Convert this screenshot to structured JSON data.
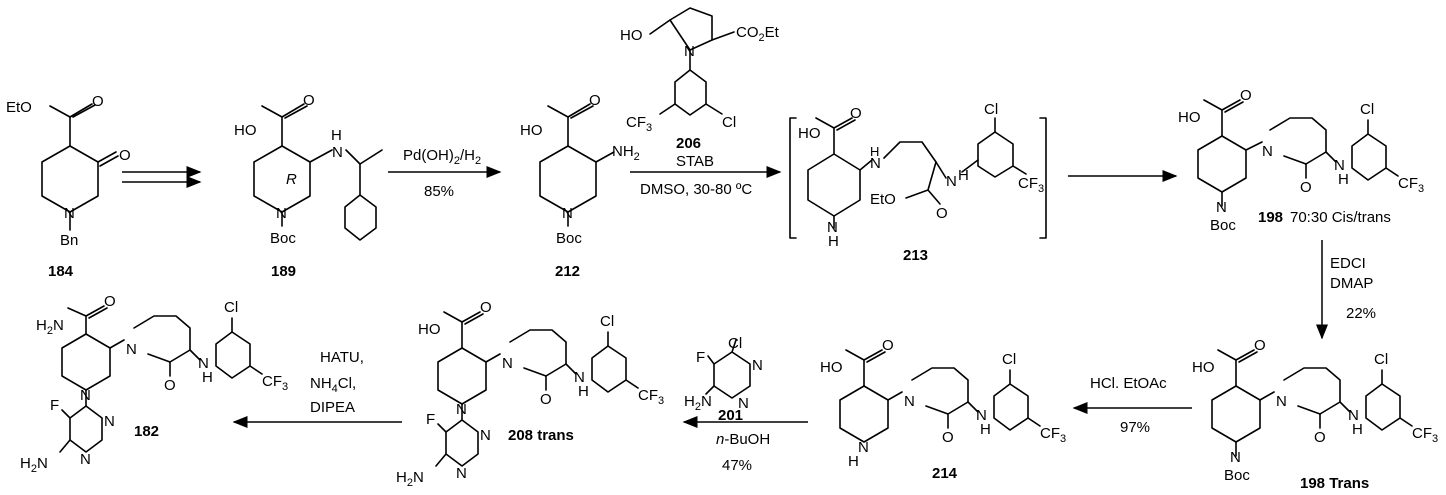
{
  "compounds": {
    "c184": {
      "number": "184",
      "ester": "EtO",
      "oxo": "O",
      "n": "N",
      "bn": "Bn",
      "carbonyl_o": "O"
    },
    "c189": {
      "number": "189",
      "acid": "HO",
      "carbonyl_o": "O",
      "nh": "H",
      "n_label": "N",
      "stereo": "R",
      "n": "N",
      "boc": "Boc"
    },
    "c212": {
      "number": "212",
      "acid": "HO",
      "carbonyl_o": "O",
      "amine": "NH",
      "amine_sub": "2",
      "n": "N",
      "boc": "Boc"
    },
    "c206": {
      "number": "206",
      "ho": "HO",
      "ester": "CO",
      "ester_sub": "2",
      "ester_tail": "Et",
      "n": "N",
      "cf3": "CF",
      "cf3_sub": "3",
      "cl": "Cl"
    },
    "c213": {
      "number": "213",
      "acid": "HO",
      "carbonyl_o": "O",
      "nh_top": "N",
      "nh_top_h": "H",
      "ring_nh": "N",
      "ring_nh_h": "H",
      "eto": "EtO",
      "ester_o": "O",
      "aniline_n": "N",
      "aniline_h": "H",
      "cl": "Cl",
      "cf3": "CF",
      "cf3_sub": "3"
    },
    "c198": {
      "number": "198",
      "ratio": "70:30 Cis/trans",
      "acid": "HO",
      "carbonyl_o": "O",
      "lactam_n": "N",
      "lactam_o": "O",
      "nh": "N",
      "nh_h": "H",
      "n": "N",
      "boc": "Boc",
      "cl": "Cl",
      "cf3": "CF",
      "cf3_sub": "3"
    },
    "c198t": {
      "number": "198 Trans",
      "acid": "HO",
      "carbonyl_o": "O",
      "lactam_n": "N",
      "lactam_o": "O",
      "nh": "N",
      "nh_h": "H",
      "n": "N",
      "boc": "Boc",
      "cl": "Cl",
      "cf3": "CF",
      "cf3_sub": "3"
    },
    "c214": {
      "number": "214",
      "acid": "HO",
      "carbonyl_o": "O",
      "lactam_n": "N",
      "lactam_o": "O",
      "nh": "N",
      "nh_h": "H",
      "ring_n": "N",
      "ring_h": "H",
      "cl": "Cl",
      "cf3": "CF",
      "cf3_sub": "3"
    },
    "c201": {
      "number": "201",
      "cl": "Cl",
      "f": "F",
      "n1": "N",
      "n2": "N",
      "nh2": "H",
      "nh2_sub": "2",
      "nh2_n": "N"
    },
    "c208": {
      "number": "208 trans",
      "acid": "HO",
      "carbonyl_o": "O",
      "lactam_n": "N",
      "lactam_o": "O",
      "nh": "N",
      "nh_h": "H",
      "n": "N",
      "f": "F",
      "pyr_n1": "N",
      "pyr_n2": "N",
      "nh2": "H",
      "nh2_sub": "2",
      "nh2_n": "N",
      "cl": "Cl",
      "cf3": "CF",
      "cf3_sub": "3"
    },
    "c182": {
      "number": "182",
      "amide": "H",
      "amide_sub": "2",
      "amide_n": "N",
      "carbonyl_o": "O",
      "lactam_n": "N",
      "lactam_o": "O",
      "nh": "N",
      "nh_h": "H",
      "n": "N",
      "f": "F",
      "pyr_n1": "N",
      "pyr_n2": "N",
      "nh2": "H",
      "nh2_sub": "2",
      "nh2_n": "N",
      "cl": "Cl",
      "cf3": "CF",
      "cf3_sub": "3"
    }
  },
  "conditions": {
    "step_pd": {
      "reagent": "Pd(OH)",
      "sub1": "2",
      "mid": "/H",
      "sub2": "2",
      "yield": "85%"
    },
    "step_stab": {
      "reagent": "STAB",
      "solvent": "DMSO, 30-80 ºC"
    },
    "step_edci": {
      "line1": "EDCI",
      "line2": "DMAP",
      "yield": "22%"
    },
    "step_hcl": {
      "reagent": "HCl. EtOAc",
      "yield": "97%"
    },
    "step_snar": {
      "solvent_prefix": "n",
      "solvent": "-BuOH",
      "yield": "47%"
    },
    "step_hatu": {
      "line1": "HATU,",
      "line2a": "NH",
      "line2sub": "4",
      "line2b": "Cl,",
      "line3": "DIPEA"
    }
  }
}
